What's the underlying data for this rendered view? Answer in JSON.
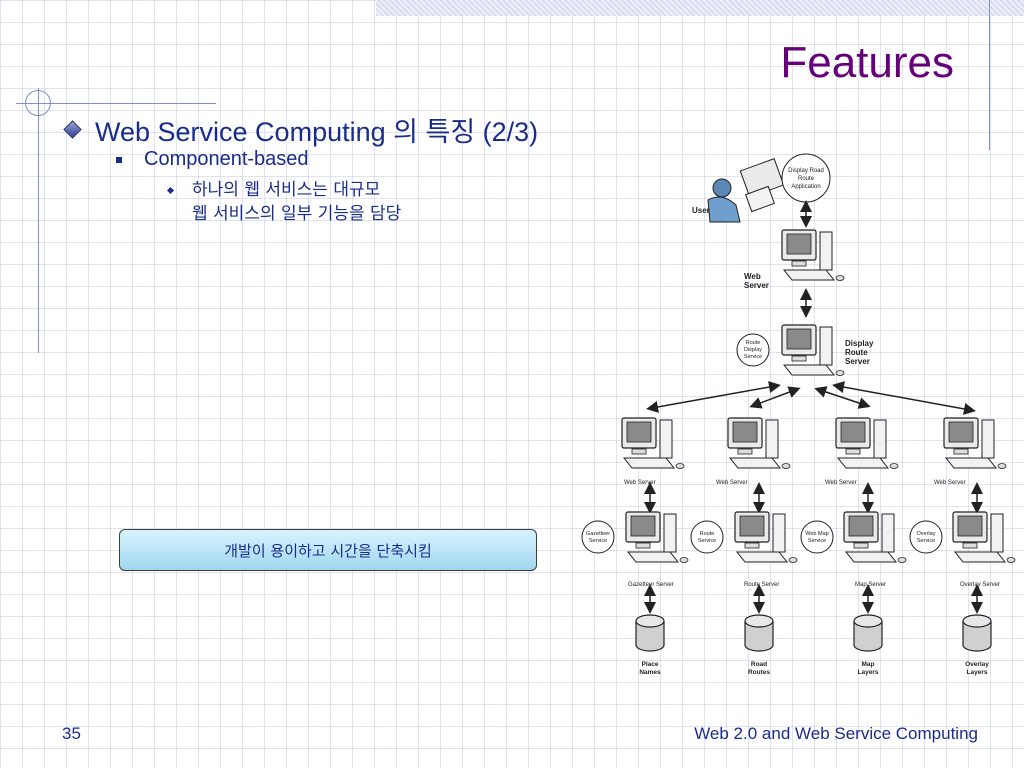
{
  "slide": {
    "title": "Features",
    "bullet_level1": "Web Service Computing 의 특징 (2/3)",
    "bullet_level2": "Component-based",
    "bullet_level3_line1": "하나의 웹 서비스는 대규모",
    "bullet_level3_line2": "웹 서비스의 일부 기능을 담당",
    "callout": "개발이 용이하고 시간을 단축시킴",
    "page_number": "35",
    "footer": "Web 2.0 and Web Service Computing"
  },
  "colors": {
    "title": "#66007a",
    "body_text": "#1a2c8a",
    "callout_fill": "#b8e4f6"
  },
  "diagram": {
    "user": "User",
    "app": [
      "Display Road",
      "Route",
      "Application"
    ],
    "web_server_top": [
      "Web",
      "Server"
    ],
    "route_display_service": [
      "Route",
      "Display",
      "Service"
    ],
    "display_route_server": [
      "Display",
      "Route",
      "Server"
    ],
    "web_server_labels": [
      "Web Server",
      "Web Server",
      "Web Server",
      "Web Server"
    ],
    "services": [
      [
        "Gazetteer",
        "Service"
      ],
      [
        "Route",
        "Service"
      ],
      [
        "Web Map",
        "Service"
      ],
      [
        "Overlay",
        "Service"
      ]
    ],
    "server_labels": [
      "Gazetteer Server",
      "Route Server",
      "Map Server",
      "Overlay Server"
    ],
    "databases": [
      [
        "Place",
        "Names"
      ],
      [
        "Road",
        "Routes"
      ],
      [
        "Map",
        "Layers"
      ],
      [
        "Overlay",
        "Layers"
      ]
    ]
  }
}
